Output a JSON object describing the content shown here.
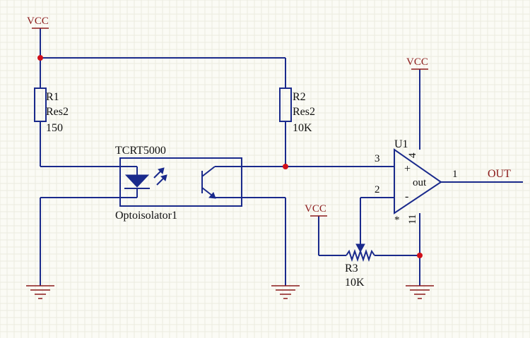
{
  "power": {
    "label": "VCC"
  },
  "r1": {
    "designator": "R1",
    "type": "Res2",
    "value": "150"
  },
  "r2": {
    "designator": "R2",
    "type": "Res2",
    "value": "10K"
  },
  "r3": {
    "designator": "R3",
    "value": "10K"
  },
  "sensor": {
    "part": "TCRT5000",
    "designator": "Optoisolator1"
  },
  "u1": {
    "designator": "U1",
    "inner": "out",
    "plus": "+",
    "minus": "-",
    "pin_noninv": "3",
    "pin_inv": "2",
    "pin_vcc": "4",
    "pin_gnd": "11",
    "pin_out": "1",
    "mark": "*"
  },
  "output": {
    "net": "OUT"
  }
}
